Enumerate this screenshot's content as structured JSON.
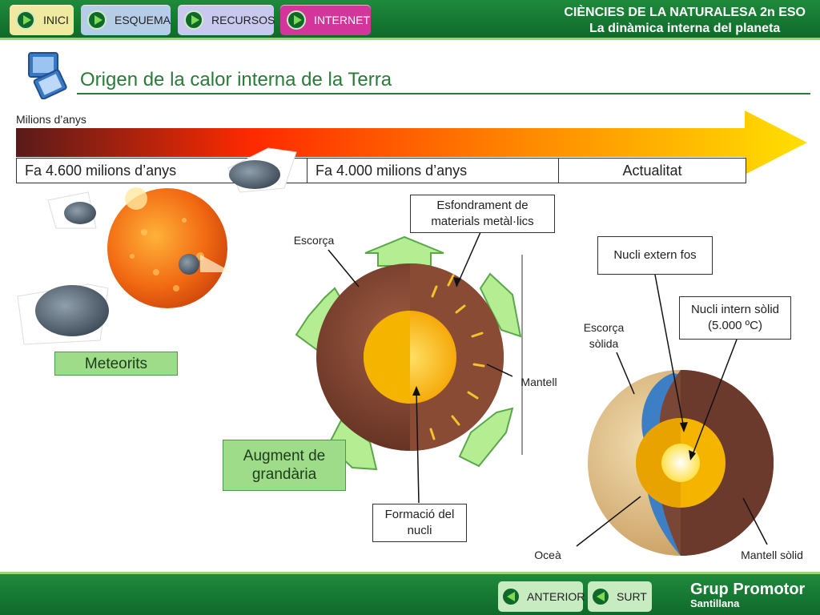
{
  "nav": {
    "inici": "INICI",
    "esquema": "ESQUEMA",
    "recursos": "RECURSOS",
    "internet": "INTERNET"
  },
  "header": {
    "subject": "CIÈNCIES DE LA NATURALESA 2n ESO",
    "unit": "La dinàmica interna del planeta"
  },
  "page_title": "Origen de la calor interna de la Terra",
  "timeline": {
    "unit_label": "Milions d’anys",
    "stage1": "Fa 4.600 milions d’anys",
    "stage2": "Fa 4.000 milions d’anys",
    "stage3": "Actualitat"
  },
  "labels": {
    "meteorits": "Meteorits",
    "escorca": "Escorça",
    "esfondrament": "Esfondrament de materials metàl·lics",
    "mantell": "Mantell",
    "augment": "Augment de grandària",
    "formacio": "Formació del nucli",
    "nucli_extern": "Nucli extern fos",
    "nucli_intern": "Nucli intern sòlid (5.000 ºC)",
    "escorca_solida": "Escorça sòlida",
    "ocea": "Oceà",
    "mantell_solid": "Mantell sòlid"
  },
  "footer": {
    "anterior": "ANTERIOR",
    "surt": "SURT",
    "brand_line1": "Grup Promotor",
    "brand_line2": "Santillana"
  },
  "colors": {
    "header_green": "#1f8a3c",
    "title_green": "#2a7a3a",
    "arrow_start": "#5a1a1a",
    "arrow_mid": "#ff2a00",
    "arrow_end": "#ffe000",
    "label_green": "#9fdc8a"
  }
}
